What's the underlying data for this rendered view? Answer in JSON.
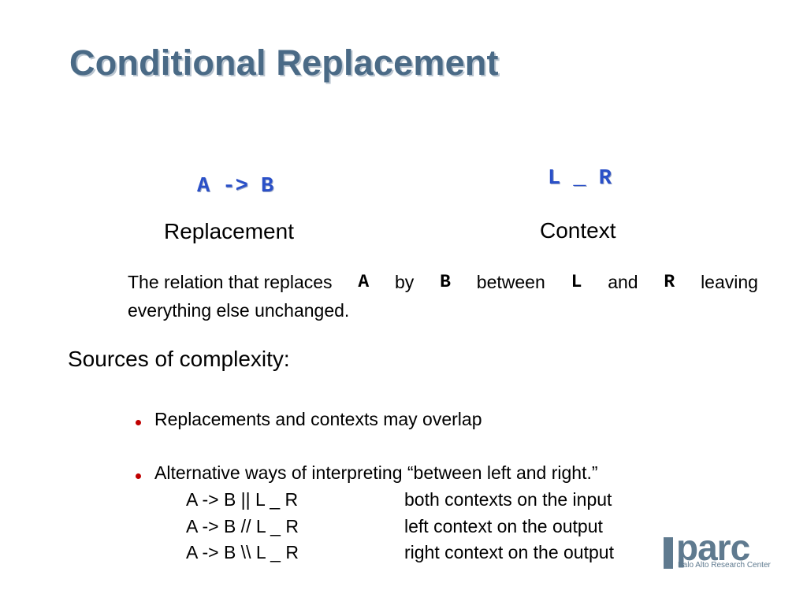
{
  "slide": {
    "title": "Conditional Replacement",
    "rule": "A -> B",
    "rule_caption": "Replacement",
    "context": "L _ R",
    "context_caption": "Context",
    "desc": {
      "w1": "The relation that replaces",
      "a": "A",
      "w2": "by",
      "b": "B",
      "w3": "between",
      "l": "L",
      "w4": "and",
      "r": "R",
      "w5": "leaving",
      "line2": "everything else unchanged."
    },
    "sources_heading": "Sources of complexity:",
    "bullets": [
      "Replacements and contexts may overlap",
      "Alternative ways of interpreting “between left and right.”"
    ],
    "examples": [
      {
        "rule": "A -> B || L _ R",
        "meaning": "both contexts on the input"
      },
      {
        "rule": "A -> B // L _ R",
        "meaning": "left context on the output"
      },
      {
        "rule": "A -> B \\\\ L _ R",
        "meaning": "right context on the output"
      }
    ],
    "bullet_color": "#c00000",
    "title_color": "#4a6a86",
    "code_color": "#2a50c8"
  },
  "logo": {
    "word": "parc",
    "tagline": "Palo Alto Research Center"
  }
}
